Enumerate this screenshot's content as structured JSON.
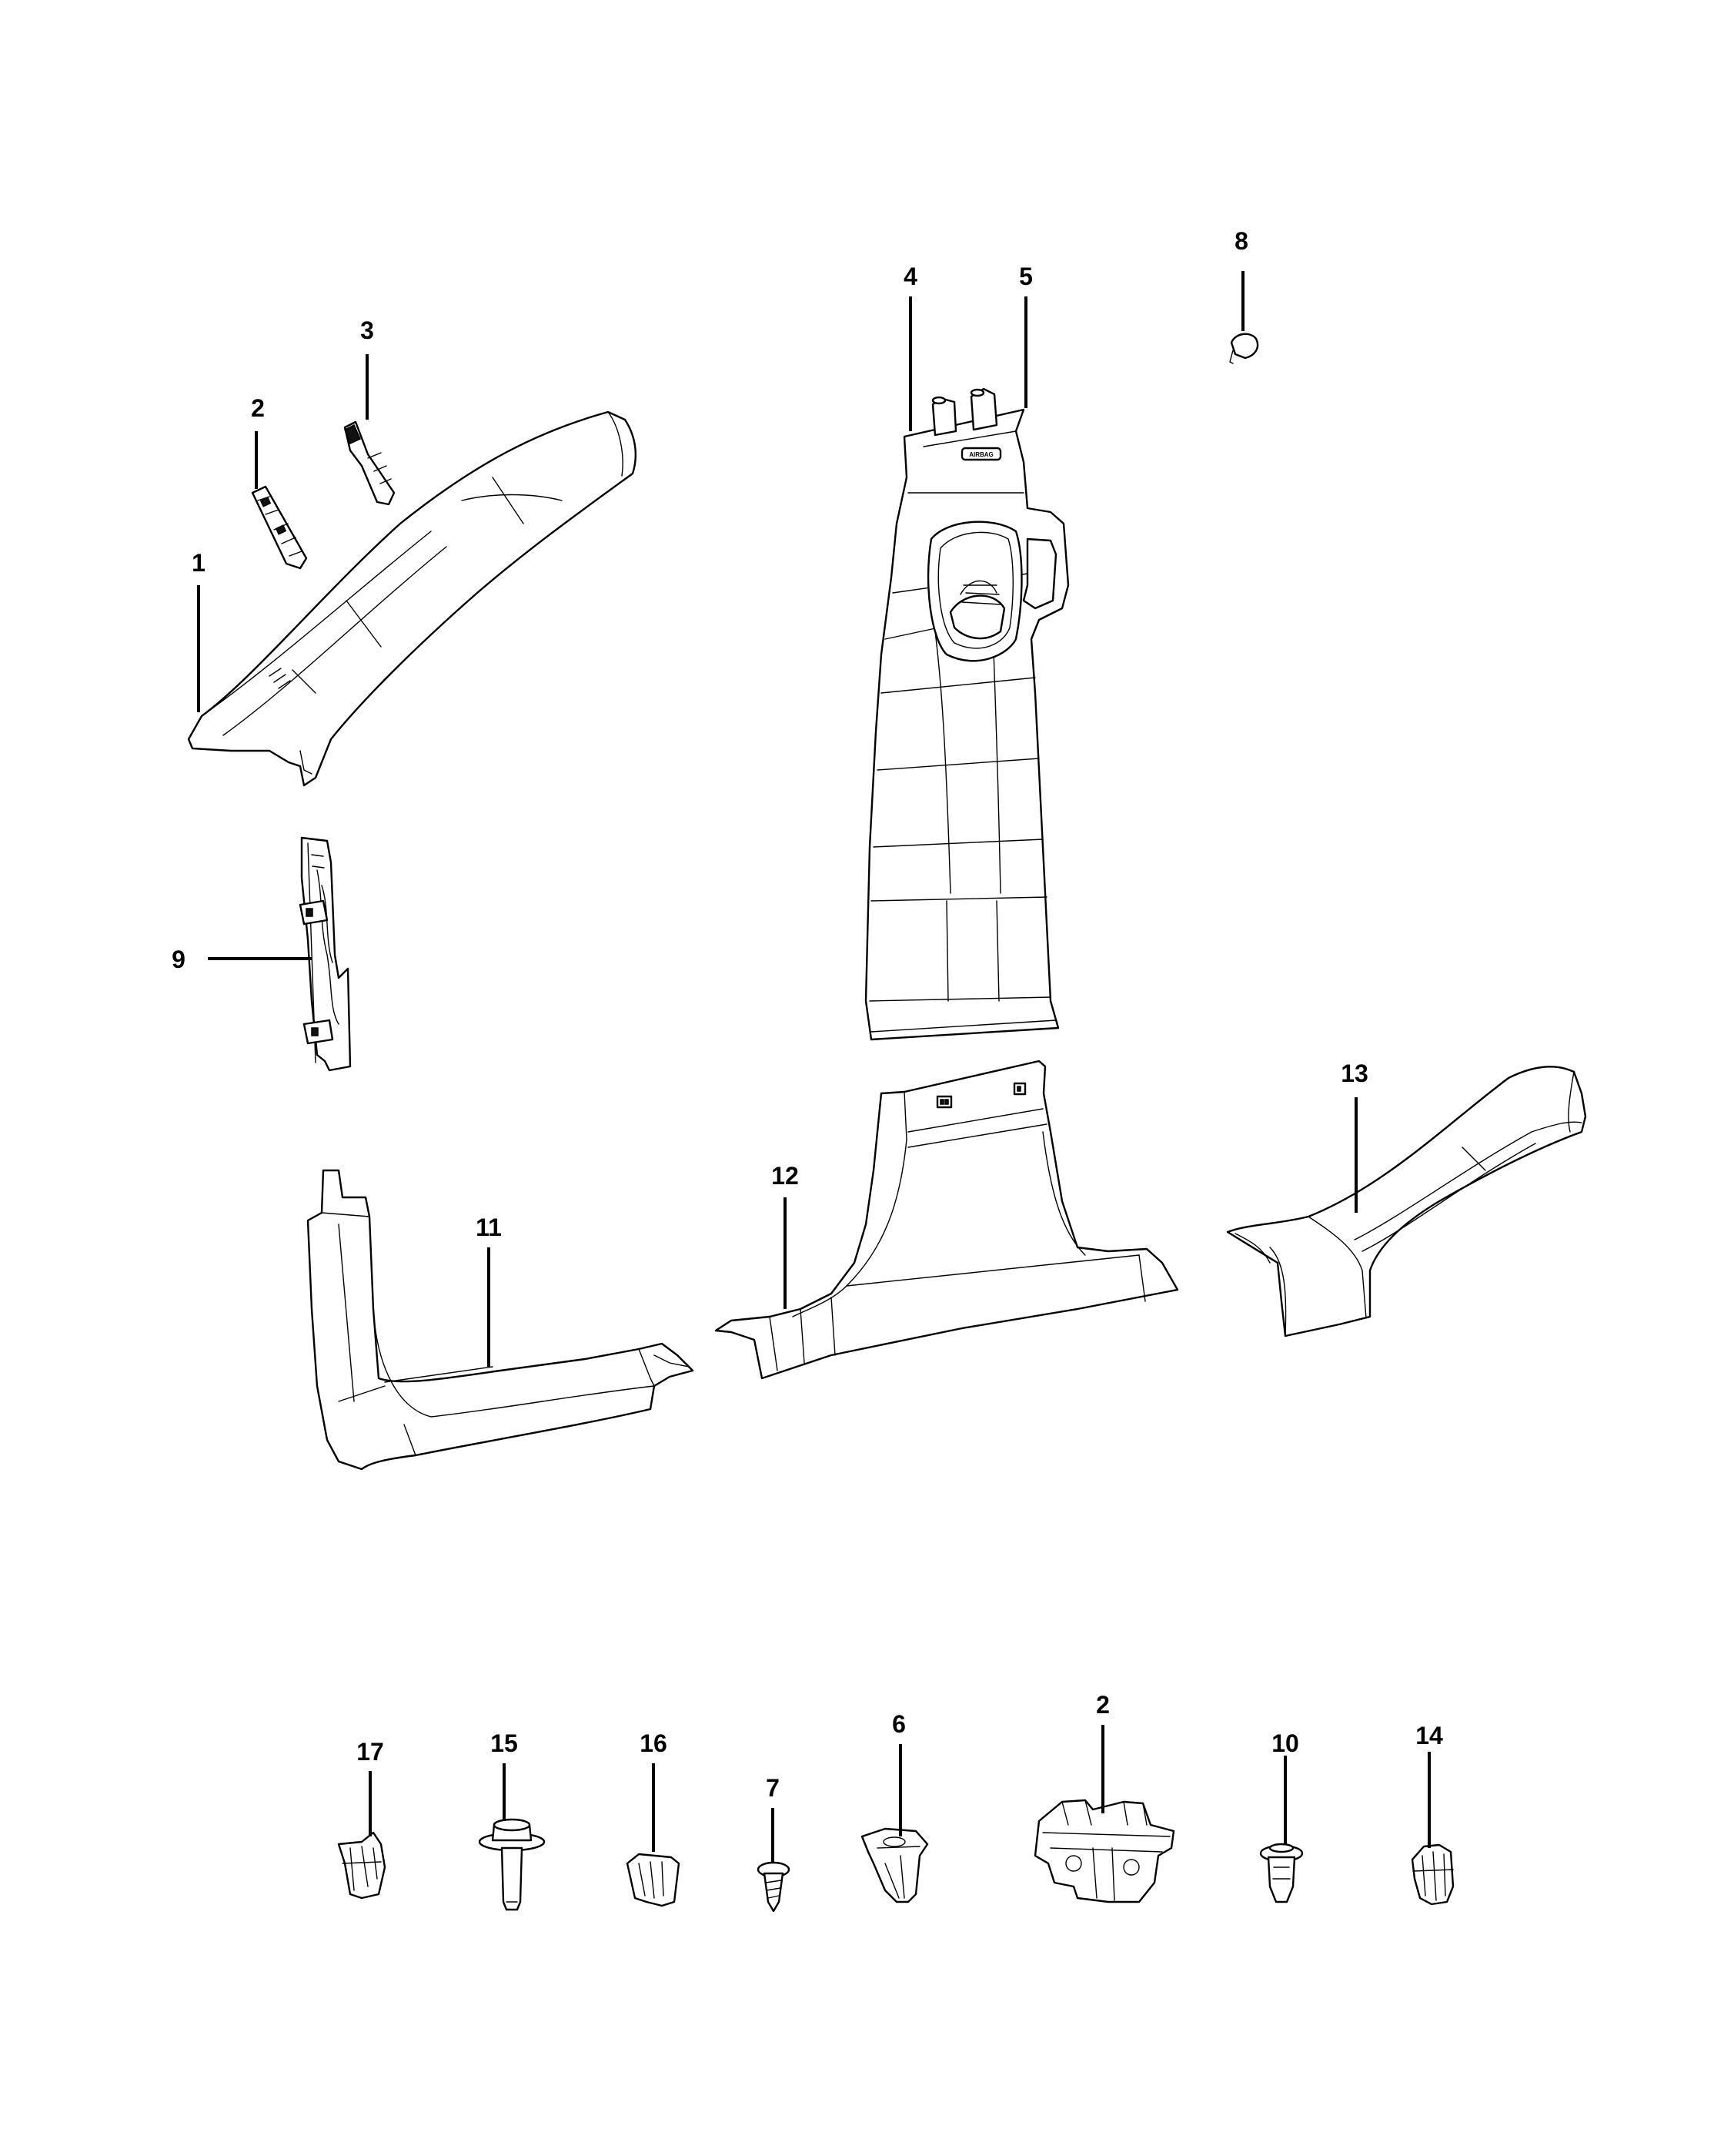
{
  "callouts": {
    "c1": "1",
    "c2_top": "2",
    "c3": "3",
    "c4": "4",
    "c5": "5",
    "c8": "8",
    "c9": "9",
    "c11": "11",
    "c12": "12",
    "c13": "13",
    "c17": "17",
    "c15": "15",
    "c16": "16",
    "c7": "7",
    "c6": "6",
    "c2_bottom": "2",
    "c10": "10",
    "c14": "14"
  },
  "airbag_badge_text": "AIRBAG"
}
